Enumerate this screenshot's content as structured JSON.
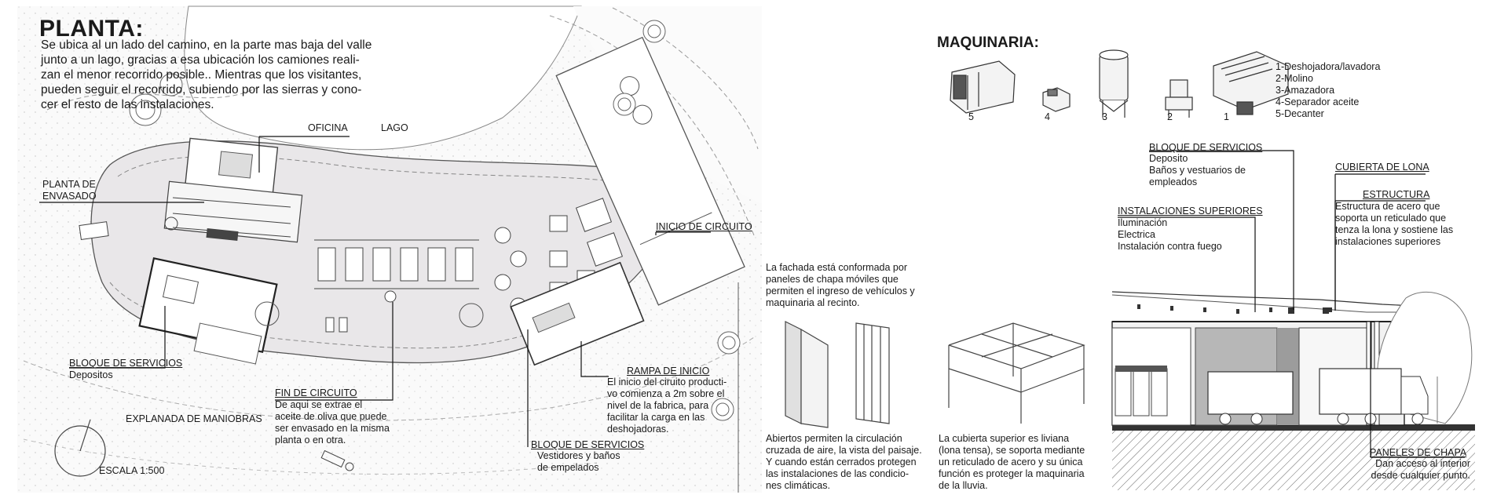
{
  "plan": {
    "title": "PLANTA:",
    "intro": "Se ubica al un lado del camino, en la parte mas baja del valle junto a un lago, gracias a esa ubicación los camiones realizan el menor recorrido posible.. Mientras que los visitantes, pueden seguir el recorrido, subiendo por las sierras y conocer el resto de las instalaciones.",
    "intro_lines": [
      "Se ubica al un lado del camino, en la parte mas baja del valle",
      "junto a un lago, gracias a esa ubicación los camiones reali-",
      "zan el menor recorrido posible.. Mientras que los visitantes,",
      "pueden seguir el recorrido, subiendo por las sierras y cono-",
      "cer el resto de las instalaciones."
    ],
    "labels": {
      "oficina": "OFICINA",
      "lago": "LAGO",
      "planta_envasado": [
        "PLANTA DE",
        "ENVASADO"
      ],
      "inicio_circuito": "INICIO DE CIRCUITO",
      "bloque_servicios_1": "BLOQUE DE SERVICIOS",
      "bloque_servicios_1_desc": "Depositos",
      "fin_circuito": "FIN DE CIRCUITO",
      "fin_circuito_desc": [
        "De aqui se extrae el",
        "aceite de oliva que puede",
        "ser envasado en la misma",
        "planta o en otra."
      ],
      "explanada": "EXPLANADA DE MANIOBRAS",
      "rampa": "RAMPA DE INICIO",
      "rampa_desc": [
        "El inicio del ciruito producti-",
        "vo comienza a 2m sobre el",
        "nivel de la fabrica, para",
        "facilitar la carga en las",
        "deshojadoras."
      ],
      "bloque_servicios_2": "BLOQUE DE SERVICIOS",
      "bloque_servicios_2_desc": [
        "Vestidores y baños",
        "de empelados"
      ],
      "escala": "ESCALA 1:500"
    }
  },
  "machinery": {
    "title": "MAQUINARIA:",
    "numbers": [
      "5",
      "4",
      "3",
      "2",
      "1"
    ],
    "list": [
      "1-Deshojadora/lavadora",
      "2-Molino",
      "3-Amazadora",
      "4-Separador aceite",
      "5-Decanter"
    ]
  },
  "facade": {
    "intro": [
      "La fachada está conformada por",
      "paneles de chapa móviles que",
      "permiten el ingreso de vehículos y",
      "maquinaria al recinto."
    ],
    "open_text": [
      "Abiertos permiten la circulación",
      "cruzada de aire, la vista del paisaje.",
      "Y cuando están cerrados protegen",
      "las instalaciones de las condicio-",
      "nes climáticas."
    ],
    "roof_text": [
      "La cubierta superior es liviana",
      "(lona tensa), se soporta mediante",
      "un reticulado de acero y su única",
      "función es proteger la maquinaria",
      "de la lluvia."
    ]
  },
  "section": {
    "bloque_servicios": "BLOQUE DE SERVICIOS",
    "bloque_servicios_desc": [
      "Deposito",
      "Baños y vestuarios de",
      "empleados"
    ],
    "cubierta": "CUBIERTA DE LONA",
    "estructura": "ESTRUCTURA",
    "estructura_desc": [
      "Estructura de acero que",
      "soporta un reticulado que",
      "tenza la lona y sostiene las",
      "instalaciones superiores"
    ],
    "instalaciones": "INSTALACIONES SUPERIORES",
    "instalaciones_desc": [
      "Iluminación",
      "Electrica",
      "Instalación contra fuego"
    ],
    "paneles": "PANELES DE CHAPA",
    "paneles_desc": [
      "Dan acceso al interior",
      "desde cualquier punto."
    ]
  },
  "colors": {
    "ink": "#1a1a1a",
    "line": "#333333",
    "fill_site": "#e7e5e7",
    "fill_light": "#f4f3f4",
    "fill_gray": "#b9b9b9",
    "ground": "#3a3a3a"
  }
}
